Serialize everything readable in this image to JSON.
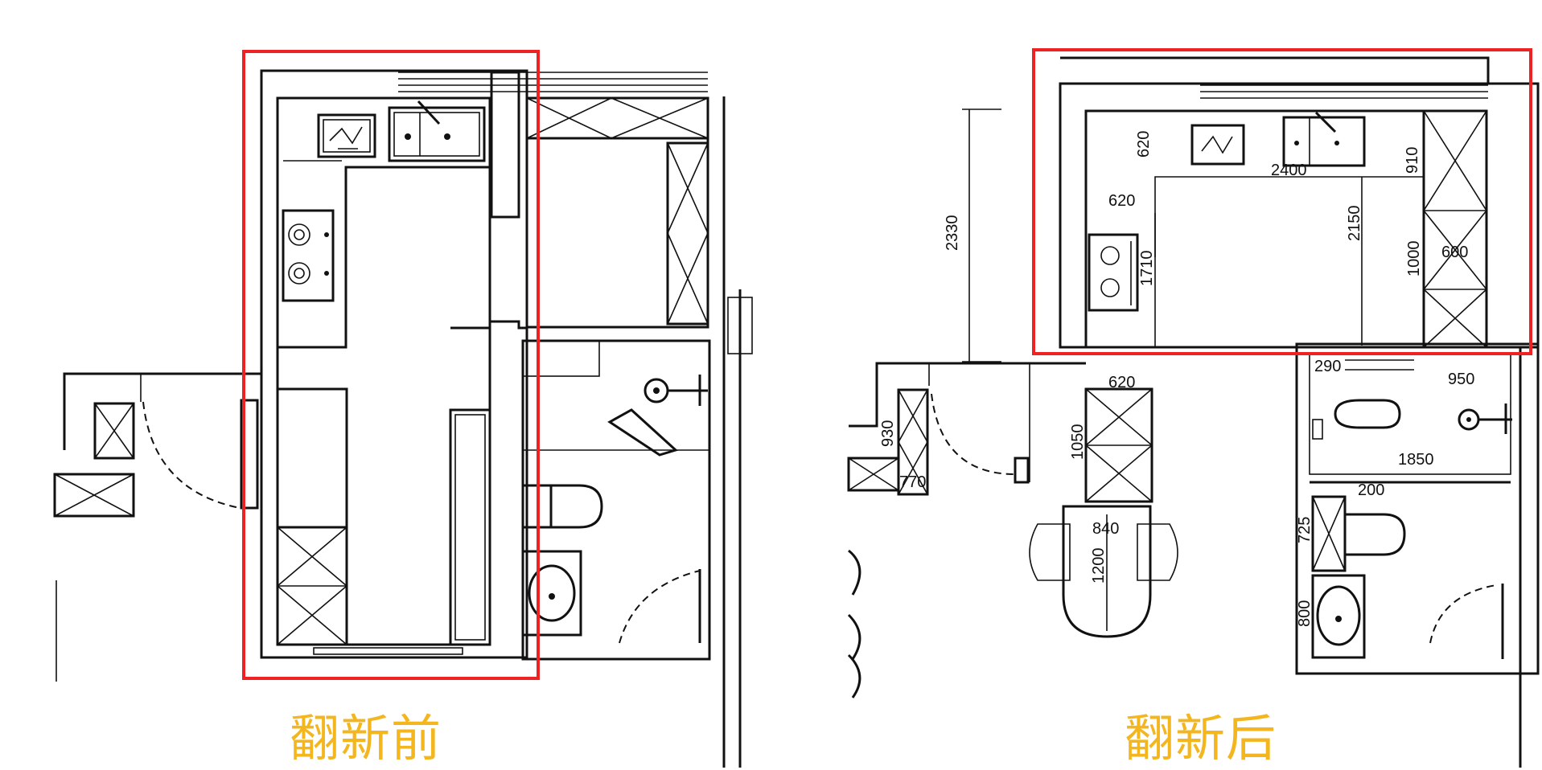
{
  "captions": {
    "before": "翻新前",
    "after": "翻新后"
  },
  "colors": {
    "highlight": "#ee2222",
    "caption": "#f3b61f",
    "line": "#111111"
  },
  "dimensions_after": {
    "d2330": "2330",
    "d620_top": "620",
    "d620_mid": "620",
    "d620_low": "620",
    "d2400": "2400",
    "d910": "910",
    "d2150": "2150",
    "d1710": "1710",
    "d1000": "1000",
    "d600": "600",
    "d290": "290",
    "d950": "950",
    "d1850": "1850",
    "d930": "930",
    "d770": "770",
    "d1050": "1050",
    "d840": "840",
    "d1200": "1200",
    "d725": "725",
    "d800": "800",
    "d200": "200"
  }
}
